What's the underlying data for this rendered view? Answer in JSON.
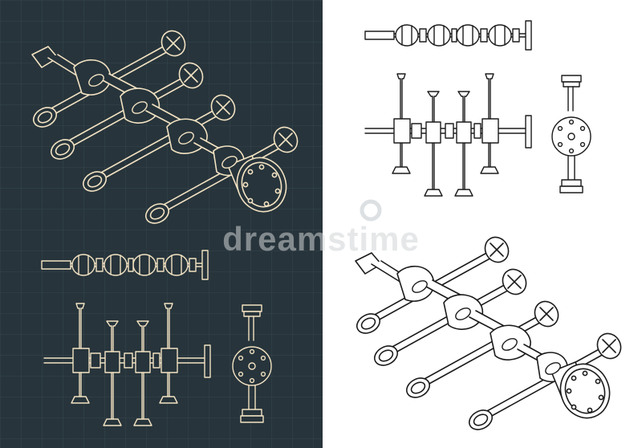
{
  "watermark": {
    "text": "dreamstime"
  },
  "colors": {
    "dark_bg": "#27343b",
    "grid": "#3a4952",
    "dark_line": "#f3e3c3",
    "light_bg": "#ffffff",
    "light_line": "#1b1b1b",
    "watermark": "#cfd3d6"
  },
  "panels": [
    {
      "name": "dark-blueprint",
      "theme": "dark"
    },
    {
      "name": "light-blueprint",
      "theme": "light"
    }
  ],
  "drawings": [
    "isometric-engine-assembly",
    "top-view-crankshaft",
    "front-view-valve-train",
    "side-view-flywheel"
  ]
}
